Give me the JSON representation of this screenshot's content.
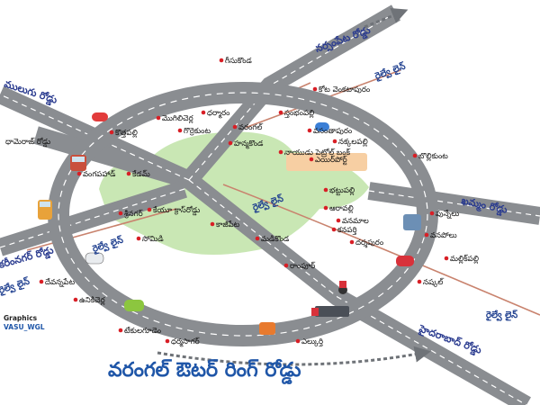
{
  "title": "వరంగల్ ఔటర్ రింగ్ రోడ్డు",
  "credit": {
    "line1": "Graphics",
    "line2": "VASU_WGL"
  },
  "colors": {
    "road": "#8a8d91",
    "road_edge": "#5e6166",
    "lane": "#ffffff",
    "green": "#c9e7b4",
    "airport": "#f7cfa3",
    "rail": "#c9836e",
    "road_label": "#2a3b8f",
    "rail_label": "#1f3f8f",
    "title": "#1f56a8",
    "dot": "#d81f26"
  },
  "roads": [
    {
      "id": "narsampet",
      "label": "నర్సంపేట రోడ్డు"
    },
    {
      "id": "mulugu",
      "label": "ములుగు రోడ్డు"
    },
    {
      "id": "dhamera",
      "label": "ధామెరాజ్ రోడ్డు"
    },
    {
      "id": "khammam",
      "label": "ఖమ్మం రోడ్డు"
    },
    {
      "id": "karimnagar",
      "label": "కరీంనగర్ రోడ్డు"
    },
    {
      "id": "hyderabad",
      "label": "హైదరాబాద్ రోడ్డు"
    }
  ],
  "rail_labels": [
    {
      "id": "rail1",
      "label": "రైల్వే లైన్"
    },
    {
      "id": "rail2",
      "label": "రైల్వే లైన్"
    },
    {
      "id": "rail3",
      "label": "రైల్వే లైన్"
    },
    {
      "id": "rail4",
      "label": "రైల్వే లైన్"
    },
    {
      "id": "rail5",
      "label": "రైల్వే లైన్"
    }
  ],
  "places": [
    {
      "id": "geesukonda",
      "label": "గీసుకొండ"
    },
    {
      "id": "kota-venkatapuram",
      "label": "కోట వెంకటాపురం"
    },
    {
      "id": "mogilicherla",
      "label": "మొగిలిచెర్ల"
    },
    {
      "id": "dharmaram",
      "label": "ధర్మారం"
    },
    {
      "id": "gorrekunta",
      "label": "గొర్రెకుంట"
    },
    {
      "id": "kottapalli",
      "label": "కొత్తపల్లి"
    },
    {
      "id": "stambhampalli",
      "label": "స్తంభంపల్లి"
    },
    {
      "id": "vasanthapuram",
      "label": "వసంతాపురం"
    },
    {
      "id": "nakkalapalli",
      "label": "నక్కలపల్లి"
    },
    {
      "id": "warangal",
      "label": "వరంగల్"
    },
    {
      "id": "hanamkonda",
      "label": "హన్మకొండ"
    },
    {
      "id": "naidu-petrol",
      "label": "నాయుడు పెట్రోల్ బంక్"
    },
    {
      "id": "airport",
      "label": "ఎయిర్‌పోర్ట్"
    },
    {
      "id": "bollikunta",
      "label": "బొల్లికుంట"
    },
    {
      "id": "vangapahad",
      "label": "వంగపహాడ్"
    },
    {
      "id": "kedam",
      "label": "కేడమ్"
    },
    {
      "id": "bhattupalli",
      "label": "భట్టుపల్లి"
    },
    {
      "id": "aaravalli",
      "label": "ఆరావల్లి"
    },
    {
      "id": "vanamala",
      "label": "వనమాల"
    },
    {
      "id": "kanaparthi",
      "label": "కనపర్తి"
    },
    {
      "id": "punnelu",
      "label": "పున్నేలు"
    },
    {
      "id": "srinagar",
      "label": "శ్రీనగర్"
    },
    {
      "id": "kadipeta-cross",
      "label": "కేయూ క్రాస్‌రోడ్డు"
    },
    {
      "id": "kazipet",
      "label": "కాజీపేట"
    },
    {
      "id": "madikonda",
      "label": "మడికొండ"
    },
    {
      "id": "rampur",
      "label": "రాంపూర్"
    },
    {
      "id": "somidi",
      "label": "సోమిడి"
    },
    {
      "id": "darshapuram",
      "label": "దర్శపురం"
    },
    {
      "id": "vanapollu",
      "label": "వనపోలు"
    },
    {
      "id": "mallikpalli",
      "label": "మల్లిక్‌పల్లి"
    },
    {
      "id": "devannapeta",
      "label": "దేవన్నపేట"
    },
    {
      "id": "unikicherla",
      "label": "ఉనికిచెర్ల"
    },
    {
      "id": "nashkal",
      "label": "నష్కల్"
    },
    {
      "id": "tekulagudem",
      "label": "టేకులగూడెం"
    },
    {
      "id": "dharmasagar",
      "label": "ధర్మసాగర్"
    },
    {
      "id": "elkurthi",
      "label": "ఎల్కుర్తి"
    }
  ]
}
